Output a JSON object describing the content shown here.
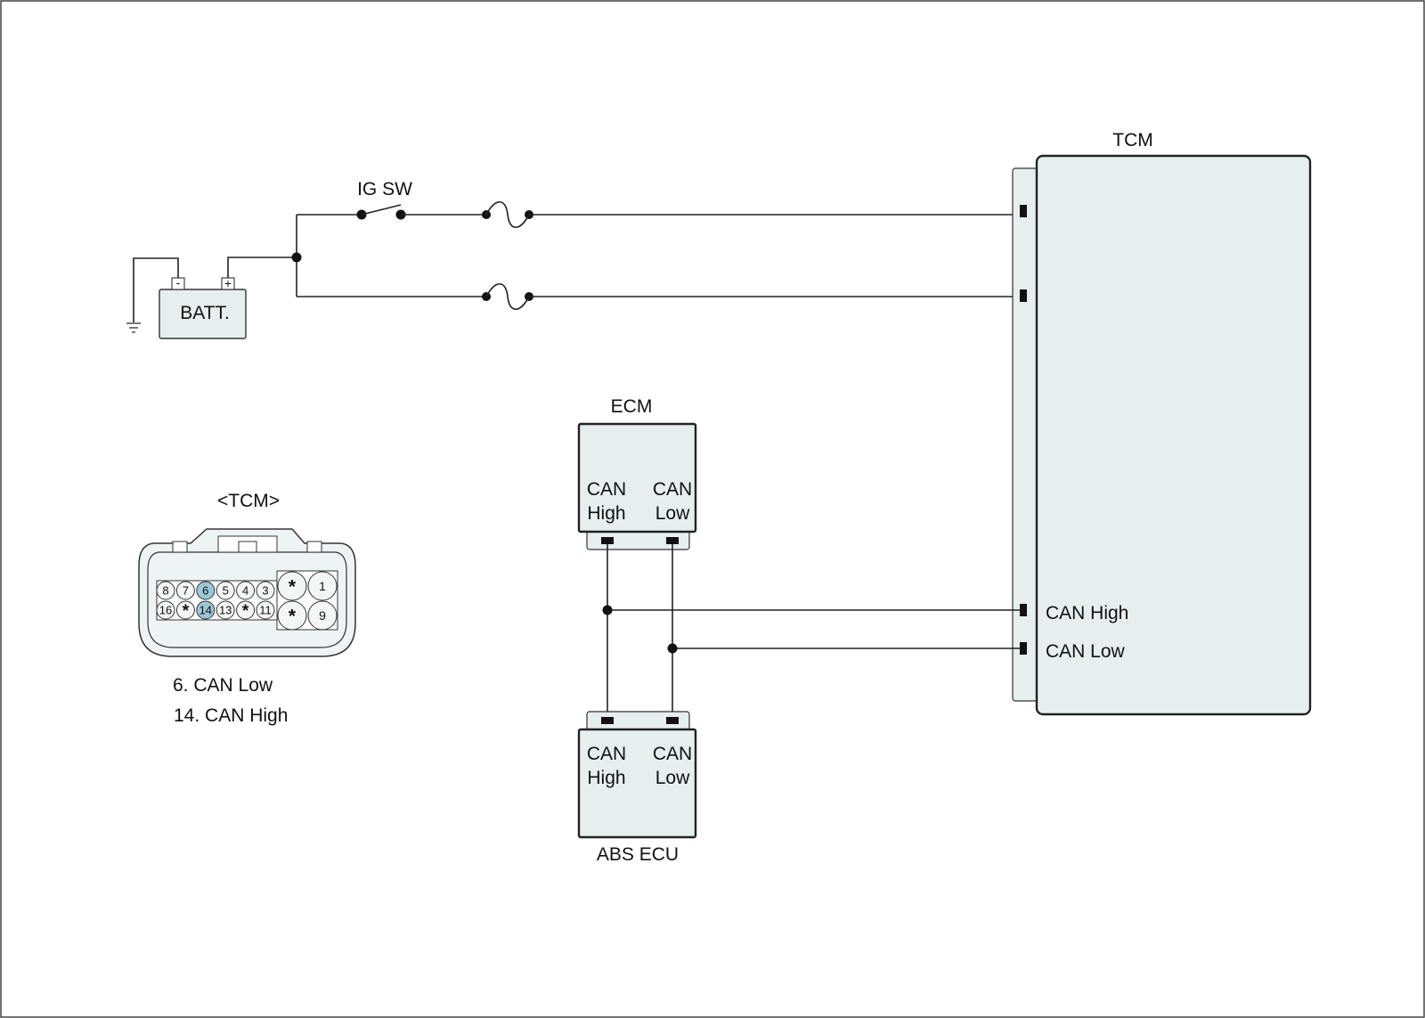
{
  "components": {
    "battery": {
      "label": "BATT.",
      "minus": "-",
      "plus": "+"
    },
    "ignition_switch": {
      "label": "IG SW"
    },
    "tcm": {
      "label": "TCM",
      "can_high": "CAN High",
      "can_low": "CAN Low"
    },
    "ecm": {
      "label": "ECM",
      "can_high": [
        "CAN",
        "High"
      ],
      "can_low": [
        "CAN",
        "Low"
      ]
    },
    "abs_ecu": {
      "label": "ABS ECU",
      "can_high": [
        "CAN",
        "High"
      ],
      "can_low": [
        "CAN",
        "Low"
      ]
    }
  },
  "connector": {
    "title": "<TCM>",
    "top_row": [
      "8",
      "7",
      "6",
      "5",
      "4",
      "3"
    ],
    "bottom_row": [
      "16",
      "*",
      "14",
      "13",
      "*",
      "11"
    ],
    "big_top": [
      "*",
      "1"
    ],
    "big_bottom": [
      "*",
      "9"
    ],
    "highlight_pins": [
      "6",
      "14"
    ],
    "highlight_color": "#9cc8d8",
    "legend": [
      "6. CAN Low",
      "14. CAN High"
    ]
  },
  "colors": {
    "fill": "#e6eeee",
    "line": "#222222"
  }
}
